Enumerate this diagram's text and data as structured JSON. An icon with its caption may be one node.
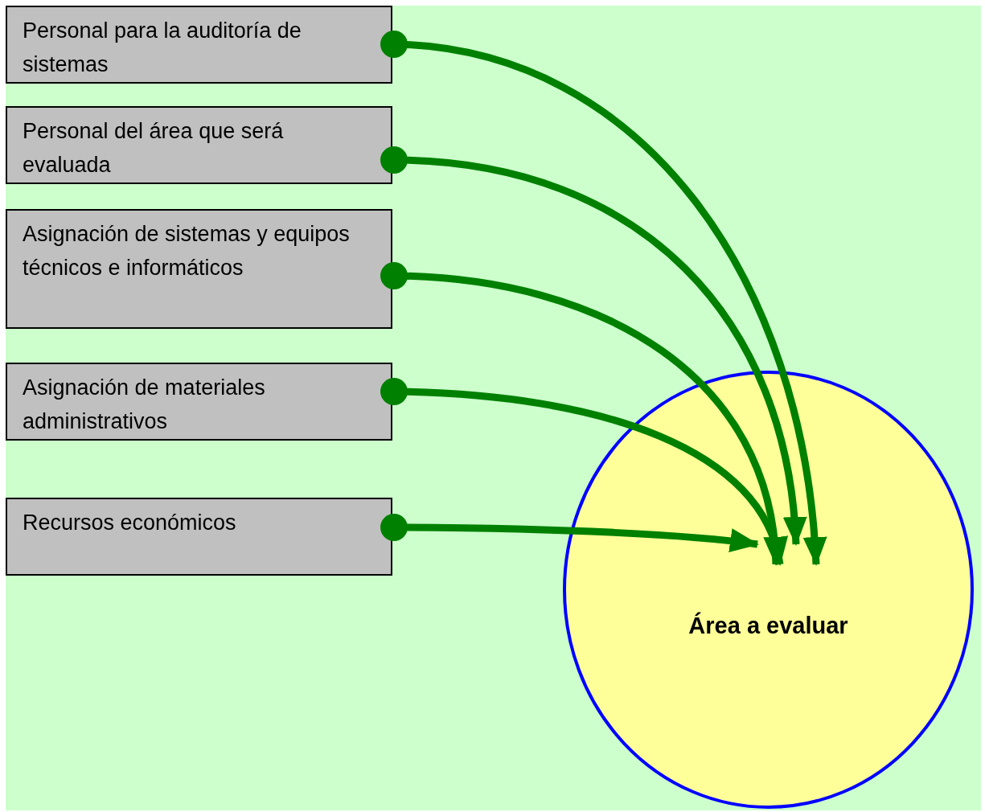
{
  "diagram": {
    "nodes": [
      {
        "text": [
          "Personal para la auditoría de sistemas"
        ]
      },
      {
        "text": [
          "Personal del área que será evaluada"
        ]
      },
      {
        "text": [
          "Asignación de sistemas y equipos técnicos e informáticos"
        ]
      },
      {
        "text": [
          "Asignación de materiales administrativos"
        ]
      },
      {
        "text": [
          "Recursos económicos"
        ]
      },
      {
        "text": [
          "Área a evaluar"
        ]
      }
    ],
    "edges": [
      {
        "from": 0,
        "to": 5,
        "arrow": "to"
      },
      {
        "from": 1,
        "to": 5,
        "arrow": "to"
      },
      {
        "from": 2,
        "to": 5,
        "arrow": "to"
      },
      {
        "from": 3,
        "to": 5,
        "arrow": "to"
      },
      {
        "from": 4,
        "to": 5,
        "arrow": "to"
      }
    ]
  }
}
